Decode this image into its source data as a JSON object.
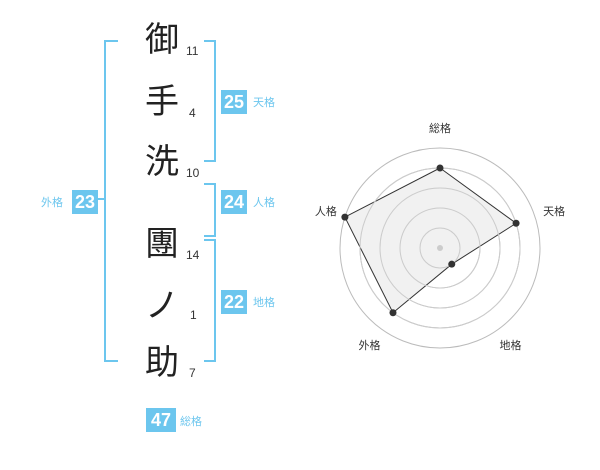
{
  "name_chars": [
    {
      "char": "御",
      "strokes": "11"
    },
    {
      "char": "手",
      "strokes": "4"
    },
    {
      "char": "洗",
      "strokes": "10"
    },
    {
      "char": "團",
      "strokes": "14"
    },
    {
      "char": "ノ",
      "strokes": "1"
    },
    {
      "char": "助",
      "strokes": "7"
    }
  ],
  "fortunes": {
    "tenkaku": {
      "label": "天格",
      "value": "25"
    },
    "jinkaku": {
      "label": "人格",
      "value": "24"
    },
    "chikaku": {
      "label": "地格",
      "value": "22"
    },
    "gaikaku": {
      "label": "外格",
      "value": "23"
    },
    "soukaku": {
      "label": "総格",
      "value": "47"
    }
  },
  "colors": {
    "accent": "#6cc6ee",
    "radar_fill": "#efefef",
    "ring": "#bbbbbb"
  },
  "chart_data": {
    "type": "radar",
    "axes": [
      "総格",
      "天格",
      "地格",
      "外格",
      "人格"
    ],
    "values": [
      4,
      4,
      1,
      4,
      5
    ],
    "max": 5,
    "rings": 5
  }
}
